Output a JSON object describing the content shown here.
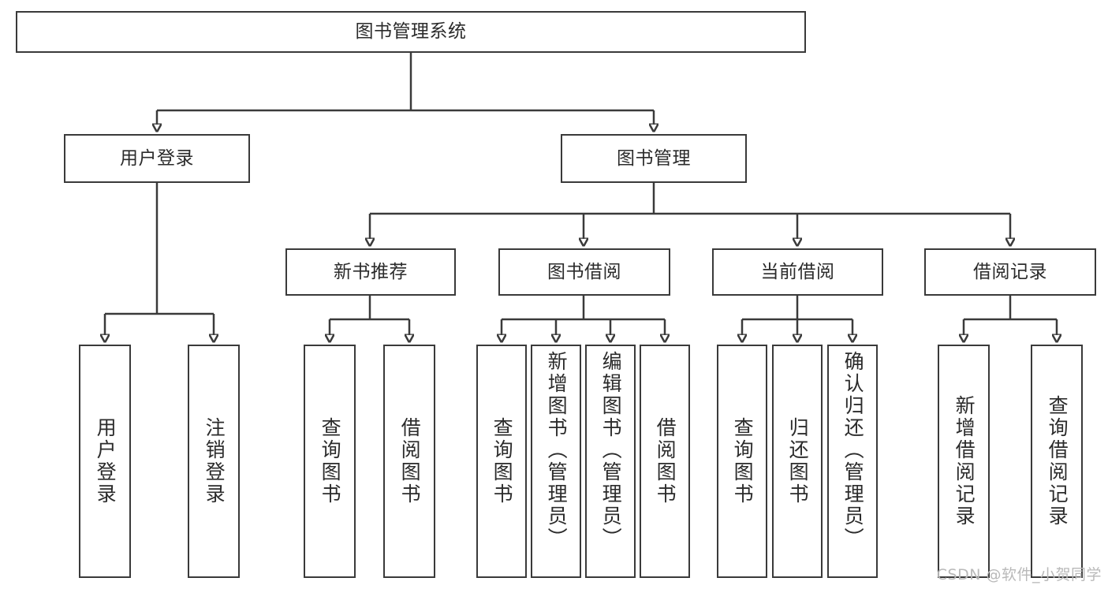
{
  "diagram": {
    "title": "图书管理系统",
    "type": "tree-hierarchy-diagram",
    "colors": {
      "stroke": "#3a3a3a",
      "node_fill": "#ffffff",
      "text": "#2b2b2b",
      "watermark": "#b9b9b9",
      "background": "#ffffff"
    },
    "watermark": "CSDN @软件_小贺同学"
  },
  "nodes": {
    "root": {
      "label": "图书管理系统"
    },
    "level2": [
      {
        "label": "用户登录"
      },
      {
        "label": "图书管理"
      }
    ],
    "level3": [
      {
        "label": "新书推荐"
      },
      {
        "label": "图书借阅"
      },
      {
        "label": "当前借阅"
      },
      {
        "label": "借阅记录"
      }
    ],
    "leaves": {
      "user_login": [
        {
          "label": "用户登录"
        },
        {
          "label": "注销登录"
        }
      ],
      "new_book_recommend": [
        {
          "label": "查询图书"
        },
        {
          "label": "借阅图书"
        }
      ],
      "book_borrow": [
        {
          "label": "查询图书"
        },
        {
          "label": "新增图书（管理员）"
        },
        {
          "label": "编辑图书（管理员）"
        },
        {
          "label": "借阅图书"
        }
      ],
      "current_borrow": [
        {
          "label": "查询图书"
        },
        {
          "label": "归还图书"
        },
        {
          "label": "确认归还（管理员）"
        }
      ],
      "borrow_record": [
        {
          "label": "新增借阅记录"
        },
        {
          "label": "查询借阅记录"
        }
      ]
    }
  }
}
